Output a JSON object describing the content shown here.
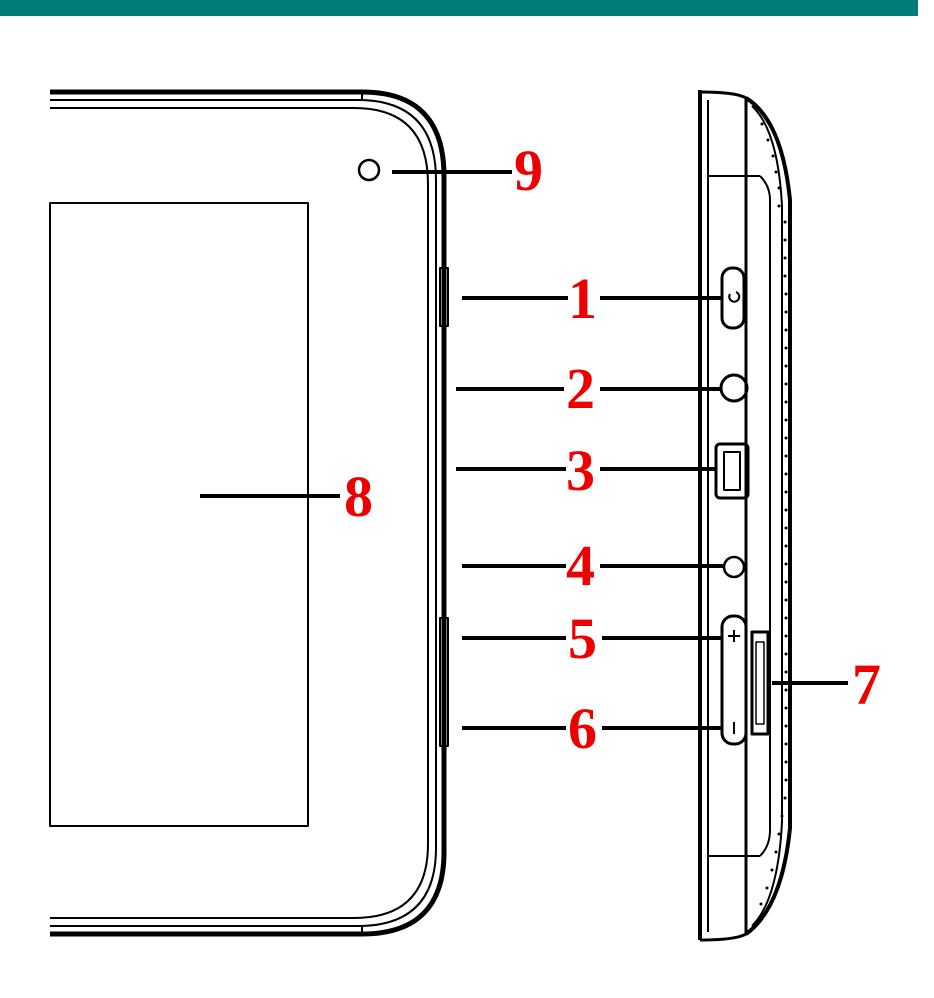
{
  "header": {
    "bar_color": "#007d78"
  },
  "style": {
    "label_color": "#ee0000",
    "line_color": "#000000"
  },
  "callouts": [
    {
      "number": "1",
      "part": "power-button"
    },
    {
      "number": "2",
      "part": "earphone-jack"
    },
    {
      "number": "3",
      "part": "micro-usb-port"
    },
    {
      "number": "4",
      "part": "reset-hole"
    },
    {
      "number": "5",
      "part": "volume-up-button"
    },
    {
      "number": "6",
      "part": "volume-down-button"
    },
    {
      "number": "7",
      "part": "card-slot"
    },
    {
      "number": "8",
      "part": "touch-screen"
    },
    {
      "number": "9",
      "part": "front-camera"
    }
  ]
}
